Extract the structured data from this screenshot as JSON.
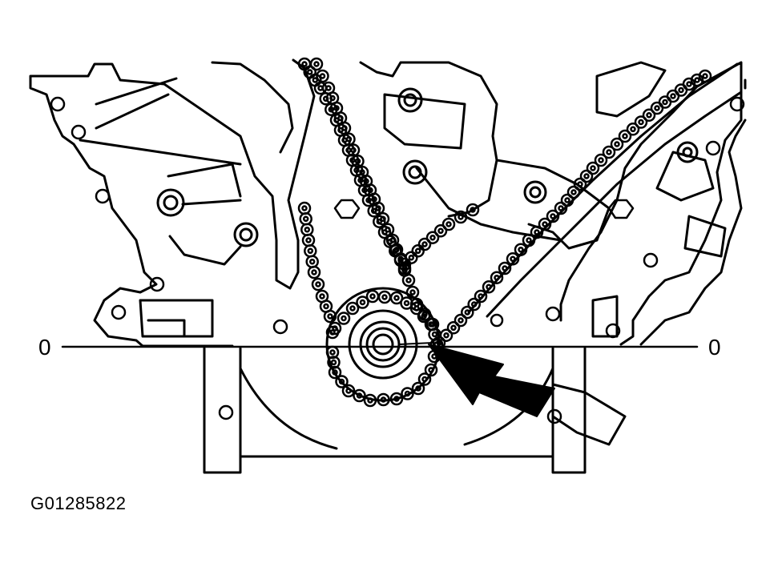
{
  "figure_id": "G01285822",
  "left_mark_label": "0",
  "right_mark_label": "0",
  "colors": {
    "ink": "#000000",
    "paper": "#ffffff"
  }
}
